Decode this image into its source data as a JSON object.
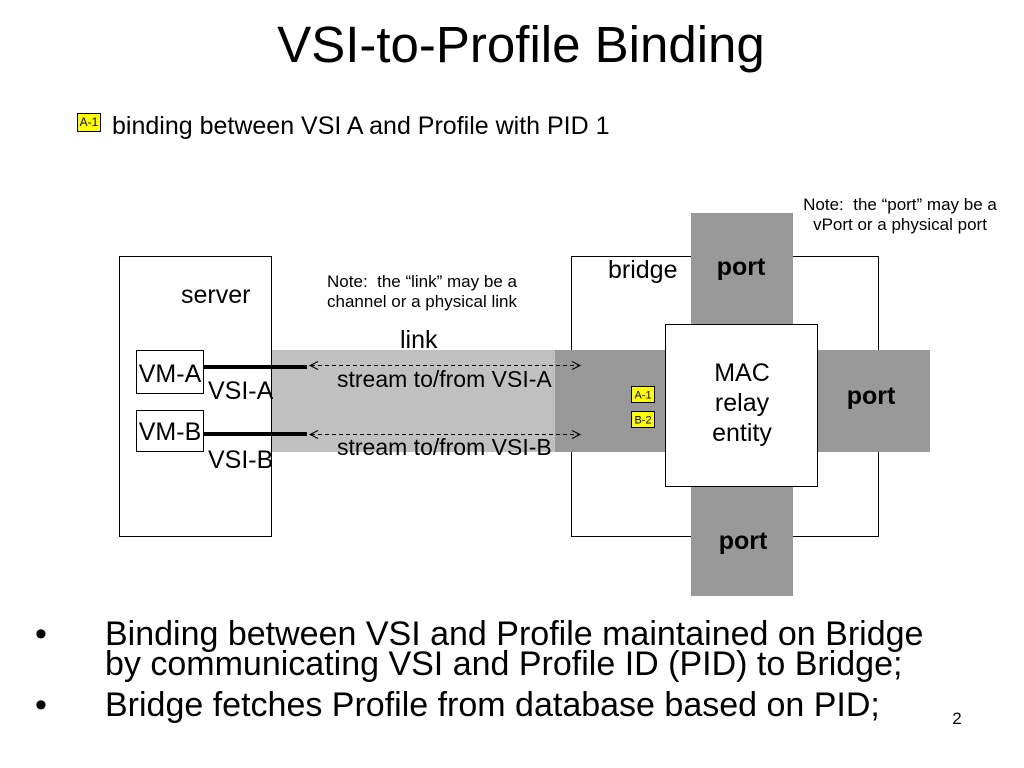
{
  "slide": {
    "title": "VSI-to-Profile Binding",
    "page_number": "2"
  },
  "legend": {
    "tag": "A-1",
    "text": "binding between VSI A and Profile with PID 1"
  },
  "port_note": [
    "Note:  the “port” may be a",
    "vPort or a physical port"
  ],
  "link_note": [
    "Note:  the “link” may be a",
    "channel or a physical link"
  ],
  "server": {
    "label": "server",
    "vms": [
      {
        "label": "VM-A",
        "vsi": "VSI-A"
      },
      {
        "label": "VM-B",
        "vsi": "VSI-B"
      }
    ]
  },
  "link": {
    "label": "link",
    "streams": [
      "stream to/from VSI-A",
      "stream to/from VSI-B"
    ]
  },
  "bridge": {
    "label": "bridge",
    "ports": {
      "top": "port",
      "right": "port",
      "bottom": "port"
    },
    "relay_entity": [
      "MAC",
      "relay",
      "entity"
    ],
    "binding_tags": [
      "A-1",
      "B-2"
    ]
  },
  "bullets": {
    "marker": "•",
    "items": [
      {
        "lines": [
          "Binding between VSI and Profile maintained on Bridge",
          "by communicating VSI and Profile ID (PID) to Bridge;"
        ]
      },
      {
        "lines": [
          "Bridge fetches Profile from database based on PID;"
        ]
      }
    ]
  },
  "colors": {
    "background": "#ffffff",
    "port": "#999999",
    "link": "#c0c0c0",
    "binding_tag": "#ffff00"
  }
}
